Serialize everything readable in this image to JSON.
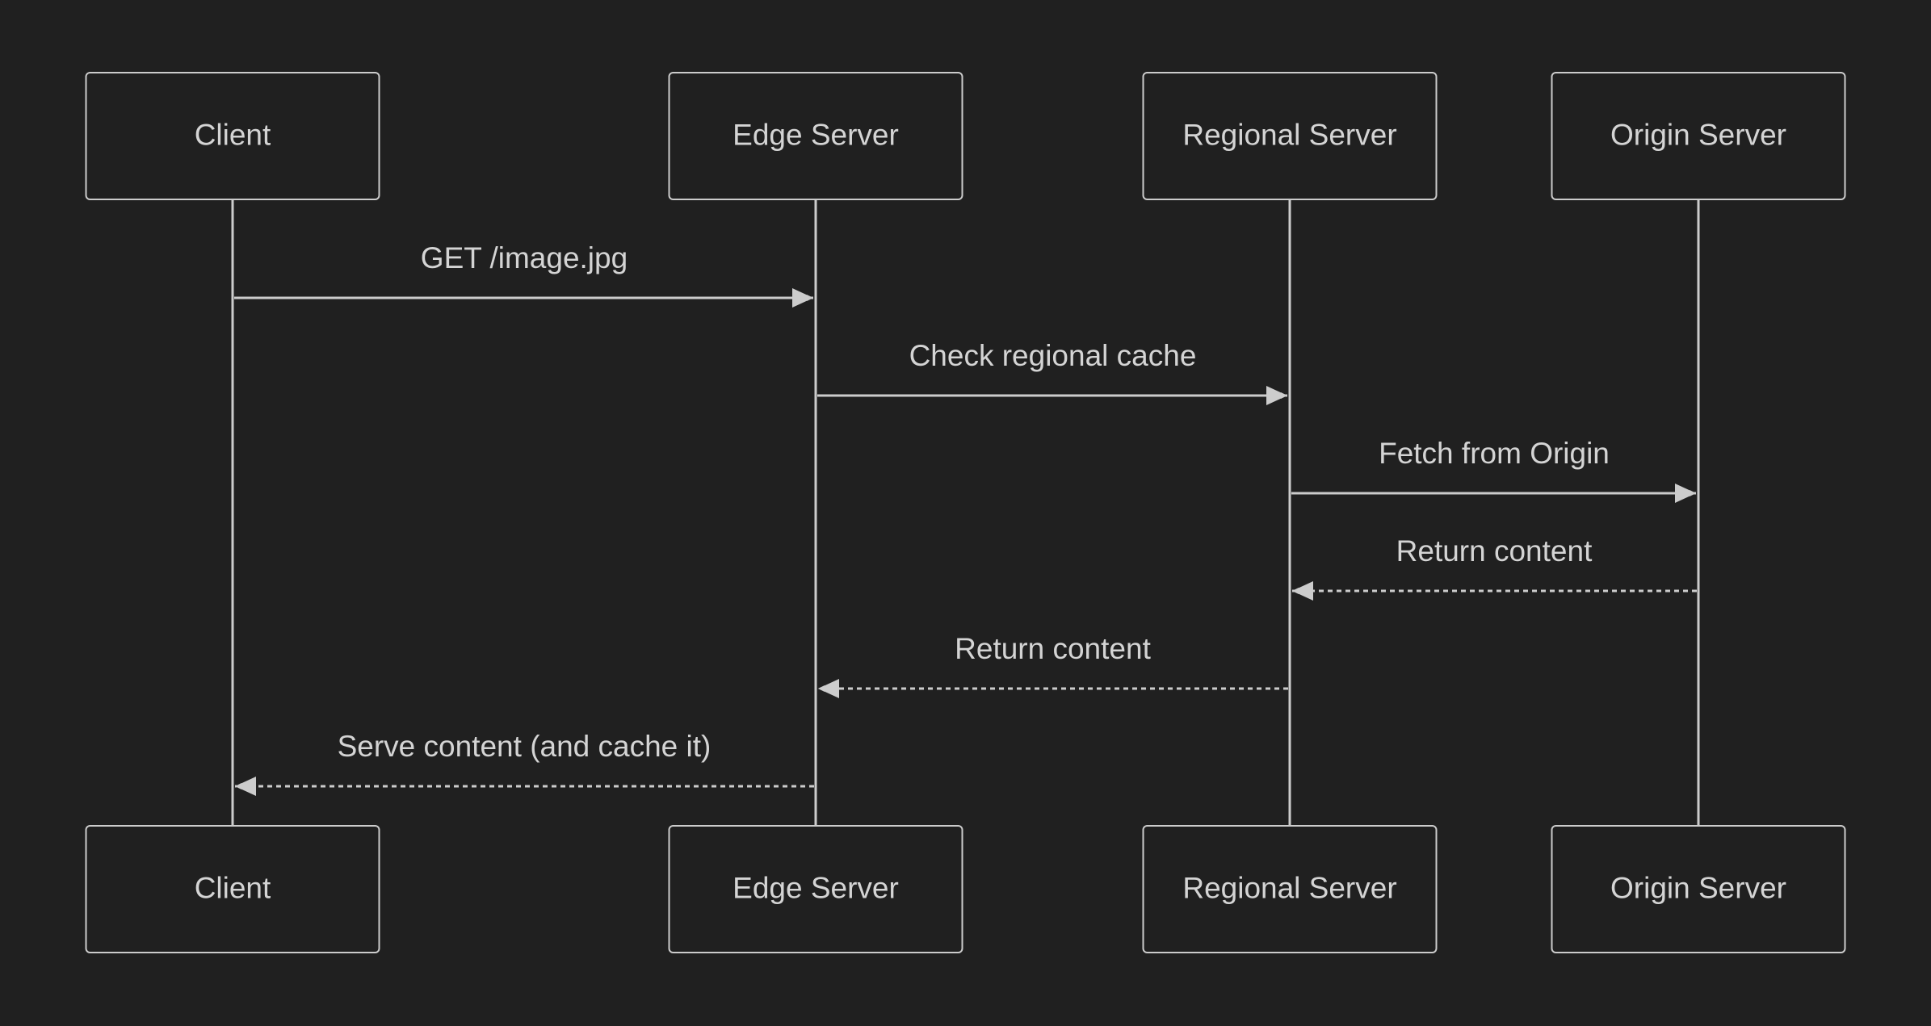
{
  "diagram": {
    "type": "sequence",
    "colors": {
      "background": "#202020",
      "line": "#cccccc",
      "text": "#d4d4d4",
      "box_fill": "#202020"
    },
    "participants": [
      {
        "id": "client",
        "label": "Client"
      },
      {
        "id": "edge",
        "label": "Edge Server"
      },
      {
        "id": "regional",
        "label": "Regional Server"
      },
      {
        "id": "origin",
        "label": "Origin Server"
      }
    ],
    "messages": [
      {
        "from": 0,
        "to": 1,
        "label": "GET /image.jpg",
        "style": "solid"
      },
      {
        "from": 1,
        "to": 2,
        "label": "Check regional cache",
        "style": "solid"
      },
      {
        "from": 2,
        "to": 3,
        "label": "Fetch from Origin",
        "style": "solid"
      },
      {
        "from": 3,
        "to": 2,
        "label": "Return content",
        "style": "dashed"
      },
      {
        "from": 2,
        "to": 1,
        "label": "Return content",
        "style": "dashed"
      },
      {
        "from": 1,
        "to": 0,
        "label": "Serve content (and cache it)",
        "style": "dashed"
      }
    ]
  }
}
